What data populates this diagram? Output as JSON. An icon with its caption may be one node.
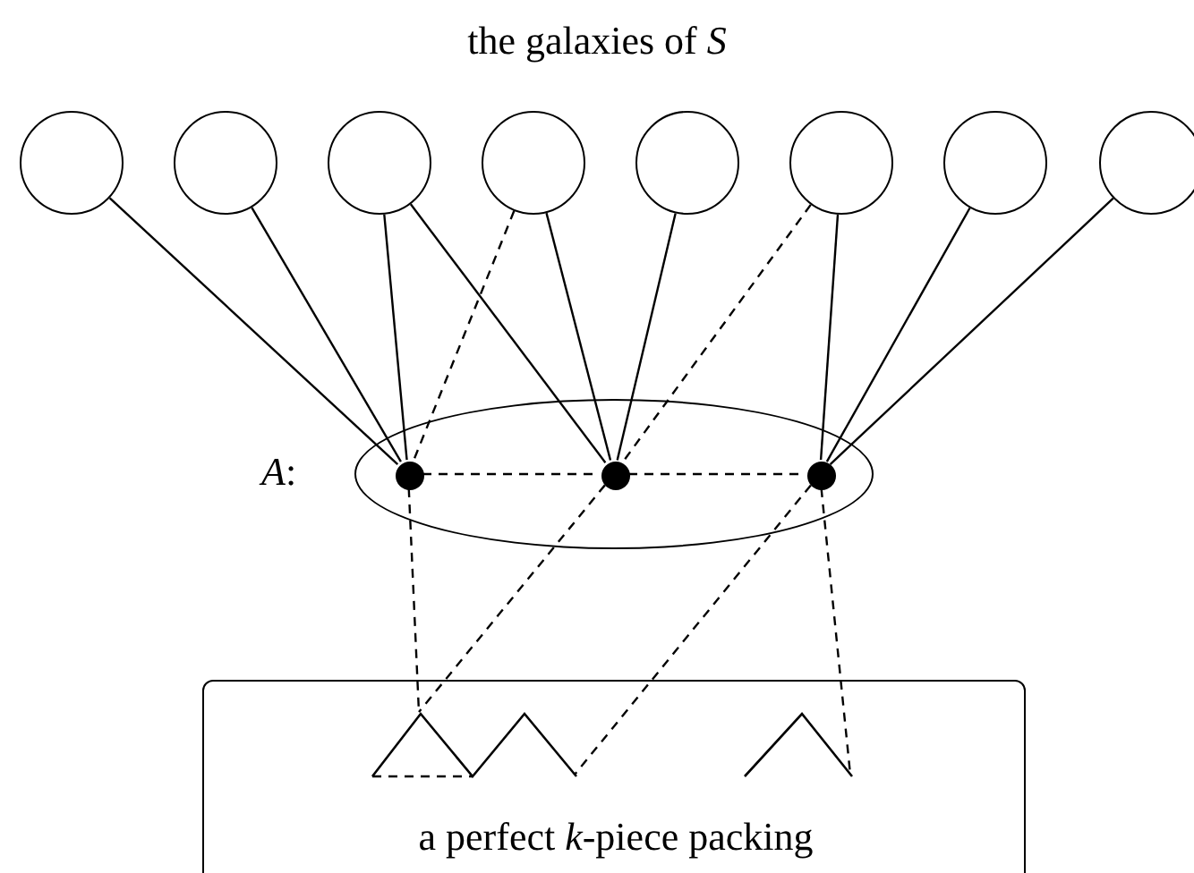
{
  "diagram": {
    "title": "the galaxies of *S*",
    "nodes": [
      {
        "text": [],
        "shape": "circle"
      },
      {
        "text": [],
        "shape": "circle"
      },
      {
        "text": [],
        "shape": "circle"
      },
      {
        "text": [],
        "shape": "circle"
      },
      {
        "text": [],
        "shape": "circle"
      },
      {
        "text": [],
        "shape": "circle"
      },
      {
        "text": [],
        "shape": "circle"
      },
      {
        "text": [],
        "shape": "circle"
      },
      {
        "text": [],
        "shape": "ellipse",
        "beside": [
          "*A*:"
        ]
      },
      {
        "text": [],
        "shape": "dot",
        "in": 8
      },
      {
        "text": [],
        "shape": "dot",
        "in": 8
      },
      {
        "text": [],
        "shape": "dot",
        "in": 8
      },
      {
        "text": [
          "a perfect *k*-piece packing"
        ]
      },
      {
        "text": [],
        "shape": "zigzag",
        "in": 12
      },
      {
        "text": [],
        "shape": "zigzag",
        "in": 12
      }
    ],
    "edges": [
      {
        "from": 0,
        "to": 9,
        "arrow": "none"
      },
      {
        "from": 1,
        "to": 9,
        "arrow": "none"
      },
      {
        "from": 2,
        "to": 9,
        "arrow": "none"
      },
      {
        "from": 2,
        "to": 10,
        "arrow": "none"
      },
      {
        "from": 3,
        "to": 9,
        "arrow": "none",
        "style": "dashed"
      },
      {
        "from": 3,
        "to": 10,
        "arrow": "none"
      },
      {
        "from": 4,
        "to": 10,
        "arrow": "none"
      },
      {
        "from": 5,
        "to": 10,
        "arrow": "none",
        "style": "dashed"
      },
      {
        "from": 5,
        "to": 11,
        "arrow": "none"
      },
      {
        "from": 6,
        "to": 11,
        "arrow": "none"
      },
      {
        "from": 7,
        "to": 11,
        "arrow": "none"
      },
      {
        "from": 9,
        "to": 10,
        "arrow": "none",
        "style": "dashed"
      },
      {
        "from": 10,
        "to": 11,
        "arrow": "none",
        "style": "dashed"
      },
      {
        "from": 9,
        "to": 13,
        "arrow": "none",
        "style": "dashed"
      },
      {
        "from": 10,
        "to": 13,
        "arrow": "none",
        "style": "dashed"
      },
      {
        "from": 11,
        "to": 13,
        "arrow": "none",
        "style": "dashed"
      },
      {
        "from": 11,
        "to": 14,
        "arrow": "none",
        "style": "dashed"
      }
    ]
  }
}
